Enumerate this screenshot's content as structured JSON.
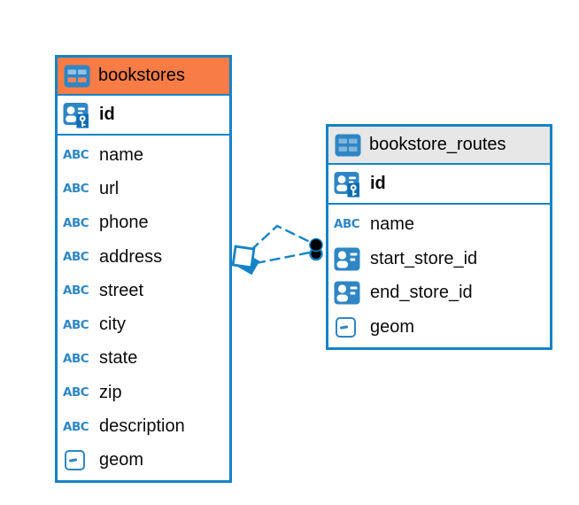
{
  "colors": {
    "accent_blue": "#1583C7",
    "bookstores_header": "#F87C45",
    "routes_header": "#E7E7E7",
    "icon_blue": "#2E86C5",
    "key_badge_blue": "#0E6CB4",
    "connector_dot": "#000000",
    "row_text": "#0b0b0b",
    "canvas_background": "#ffffff"
  },
  "icons": {
    "text_glyph": "ABC"
  },
  "diagram": {
    "tables": [
      {
        "name": "bookstores",
        "header_color": "#F87C45",
        "primary_key": {
          "name": "id",
          "icon": "primary-key"
        },
        "columns": [
          {
            "name": "name",
            "icon": "text"
          },
          {
            "name": "url",
            "icon": "text"
          },
          {
            "name": "phone",
            "icon": "text"
          },
          {
            "name": "address",
            "icon": "text"
          },
          {
            "name": "street",
            "icon": "text"
          },
          {
            "name": "city",
            "icon": "text"
          },
          {
            "name": "state",
            "icon": "text"
          },
          {
            "name": "zip",
            "icon": "text"
          },
          {
            "name": "description",
            "icon": "text"
          },
          {
            "name": "geom",
            "icon": "geometry"
          }
        ]
      },
      {
        "name": "bookstore_routes",
        "header_color": "#E7E7E7",
        "primary_key": {
          "name": "id",
          "icon": "primary-key"
        },
        "columns": [
          {
            "name": "name",
            "icon": "text"
          },
          {
            "name": "start_store_id",
            "icon": "foreign-key"
          },
          {
            "name": "end_store_id",
            "icon": "foreign-key"
          },
          {
            "name": "geom",
            "icon": "geometry"
          }
        ]
      }
    ],
    "relationships": [
      {
        "from_table": "bookstore_routes",
        "to_table": "bookstores",
        "style": "dashed"
      },
      {
        "from_table": "bookstore_routes",
        "to_table": "bookstores",
        "style": "dashed"
      }
    ]
  }
}
